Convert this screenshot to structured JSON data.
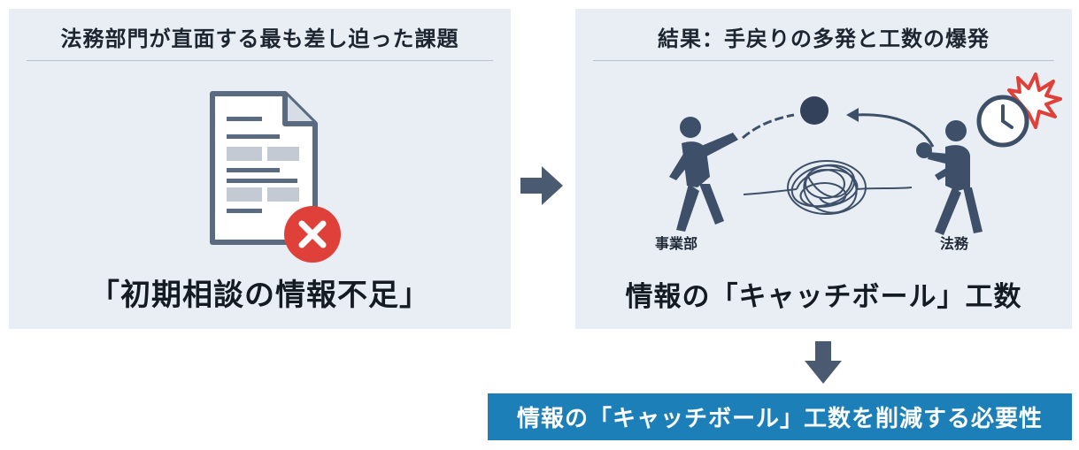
{
  "left_panel": {
    "title": "法務部門が直面する最も差し迫った課題",
    "caption": "「初期相談の情報不足」",
    "icons": [
      "document-icon",
      "error-x-icon"
    ]
  },
  "right_panel": {
    "title": "結果：手戻りの多発と工数の爆発",
    "left_role": "事業部",
    "right_role": "法務",
    "caption": "情報の「キャッチボール」工数",
    "icons": [
      "person-throwing-icon",
      "person-catching-icon",
      "ball-icon",
      "tangle-icon",
      "clock-icon",
      "burst-icon"
    ]
  },
  "banner": {
    "text": "情報の「キャッチボール」工数を削減する必要性"
  },
  "colors": {
    "panel_bg": "#e8eef3",
    "figure": "#3e5069",
    "error_red": "#e0403a",
    "arrow_gray": "#4a5a70",
    "banner_blue": "#1d7fb7"
  }
}
